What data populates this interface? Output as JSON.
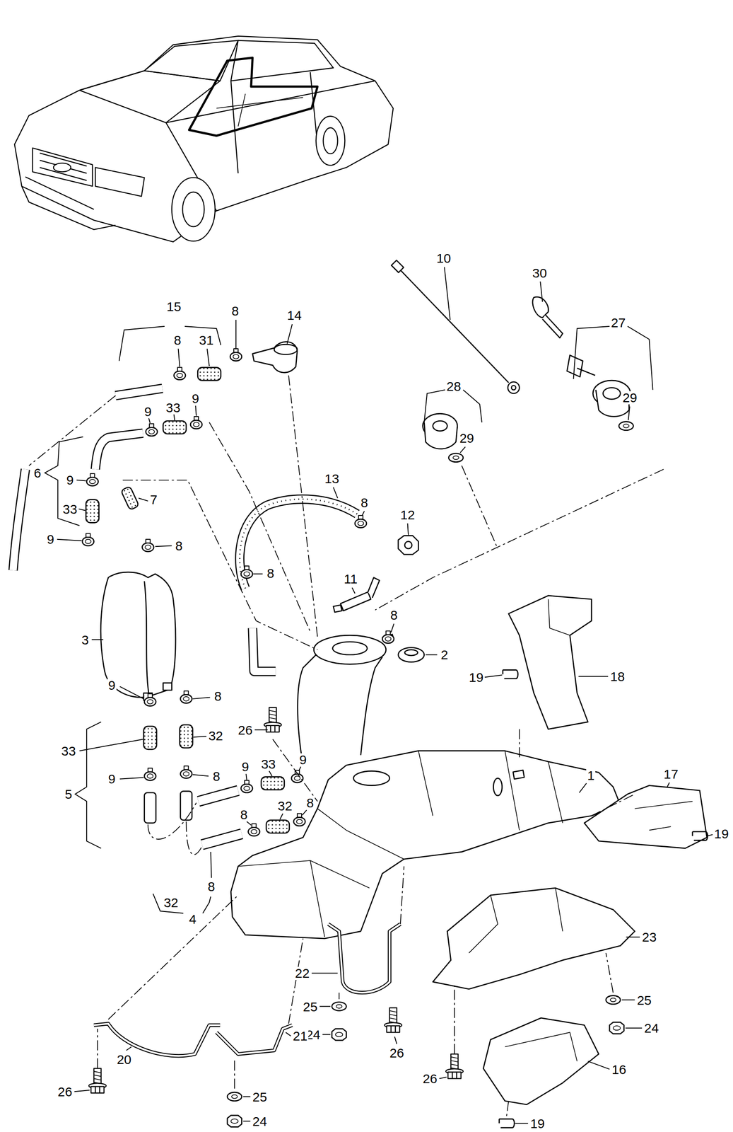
{
  "diagram": {
    "labels": [
      "10",
      "30",
      "15",
      "8",
      "14",
      "27",
      "8",
      "31",
      "28",
      "29",
      "9",
      "9",
      "33",
      "29",
      "6",
      "13",
      "9",
      "7",
      "8",
      "33",
      "12",
      "9",
      "8",
      "8",
      "11",
      "8",
      "3",
      "2",
      "19",
      "18",
      "9",
      "8",
      "26",
      "32",
      "33",
      "9",
      "9",
      "33",
      "1",
      "17",
      "9",
      "8",
      "5",
      "8",
      "32",
      "8",
      "19",
      "8",
      "32",
      "4",
      "23",
      "22",
      "25",
      "25",
      "24",
      "24",
      "21",
      "26",
      "20",
      "16",
      "26",
      "26",
      "25",
      "24",
      "19"
    ]
  }
}
